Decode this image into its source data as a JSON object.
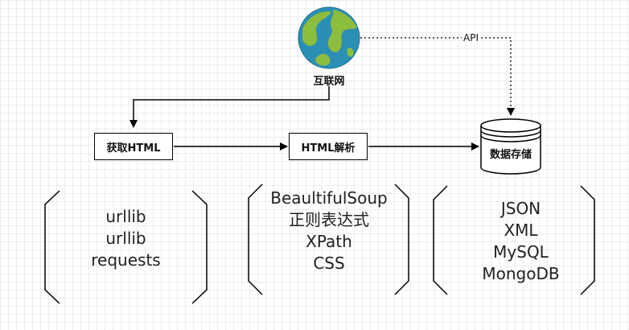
{
  "nodes": {
    "internet": "互联网",
    "fetch_html": "获取HTML",
    "parse_html": "HTML解析",
    "data_storage": "数据存储"
  },
  "edges": {
    "api_label": "API"
  },
  "groups": {
    "fetch_tools": [
      "urllib",
      "urllib",
      "requests"
    ],
    "parse_tools": [
      "BeaultifulSoup",
      "正则表达式",
      "XPath",
      "CSS"
    ],
    "storage_formats": [
      "JSON",
      "XML",
      "MySQL",
      "MongoDB"
    ]
  },
  "colors": {
    "globe_ocean": "#2b8fb5",
    "globe_land": "#8dbd3c",
    "line": "#000000"
  },
  "icons": {
    "internet": "globe-icon",
    "storage": "database-icon"
  }
}
